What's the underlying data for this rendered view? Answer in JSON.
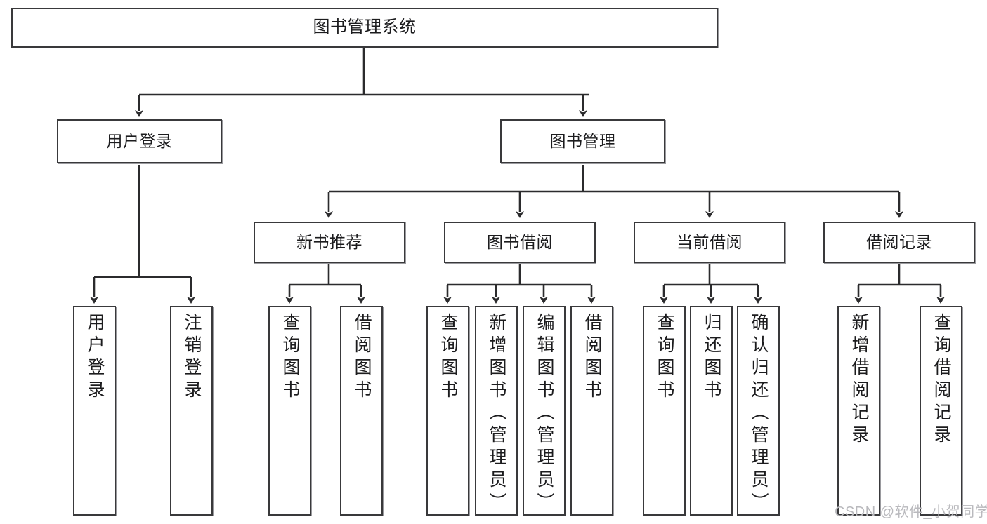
{
  "diagram": {
    "title": "图书管理系统",
    "type": "hierarchy-tree",
    "watermark": "CSDN @软件_小贺同学",
    "colors": {
      "box_border": "#39393b",
      "box_fill": "#ffffff",
      "edge": "#2b2b2d",
      "text": "#1c1c1e",
      "watermark": "#b9b9bd"
    },
    "nodes": {
      "root": {
        "label": "图书管理系统"
      },
      "level2": [
        {
          "label": "用户登录"
        },
        {
          "label": "图书管理"
        }
      ],
      "level3": [
        {
          "label": "新书推荐"
        },
        {
          "label": "图书借阅"
        },
        {
          "label": "当前借阅"
        },
        {
          "label": "借阅记录"
        }
      ],
      "leaves": {
        "user_login": [
          {
            "label": "用户登录"
          },
          {
            "label": "注销登录"
          }
        ],
        "new_book_recommend": [
          {
            "label": "查询图书"
          },
          {
            "label": "借阅图书"
          }
        ],
        "book_borrow": [
          {
            "label": "查询图书"
          },
          {
            "label": "新增图书（管理员）"
          },
          {
            "label": "编辑图书（管理员）"
          },
          {
            "label": "借阅图书"
          }
        ],
        "current_borrow": [
          {
            "label": "查询图书"
          },
          {
            "label": "归还图书"
          },
          {
            "label": "确认归还（管理员）"
          }
        ],
        "borrow_record": [
          {
            "label": "新增借阅记录"
          },
          {
            "label": "查询借阅记录"
          }
        ]
      }
    }
  }
}
